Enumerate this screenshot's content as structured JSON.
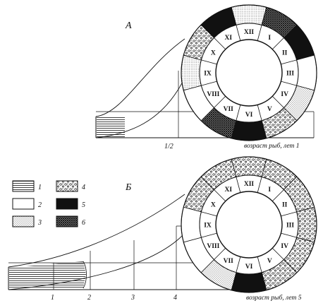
{
  "diagram_a": {
    "letter": "А",
    "axis_tick": "1/2",
    "axis_label": "возраст рыб, лет 1",
    "months": [
      "I",
      "II",
      "III",
      "IV",
      "V",
      "VI",
      "VII",
      "VIII",
      "IX",
      "X",
      "XI",
      "XII"
    ],
    "ring_fills": [
      {
        "month": "XII",
        "pattern": "dots-fine"
      },
      {
        "month": "I",
        "pattern": "hatch-dense"
      },
      {
        "month": "II",
        "pattern": "solid"
      },
      {
        "month": "III",
        "pattern": "white"
      },
      {
        "month": "IV",
        "pattern": "hatch-light"
      },
      {
        "month": "V",
        "pattern": "circles"
      },
      {
        "month": "VI",
        "pattern": "solid"
      },
      {
        "month": "VII",
        "pattern": "hatch-dense"
      },
      {
        "month": "VIII",
        "pattern": "white"
      },
      {
        "month": "IX",
        "pattern": "dots-fine"
      },
      {
        "month": "X",
        "pattern": "circles"
      },
      {
        "month": "XI",
        "pattern": "solid"
      }
    ]
  },
  "diagram_b": {
    "letter": "Б",
    "axis_ticks": [
      "1",
      "2",
      "3",
      "4"
    ],
    "axis_label": "возраст рыб, лет 5",
    "months": [
      "I",
      "II",
      "III",
      "IV",
      "V",
      "VI",
      "VII",
      "VIII",
      "IX",
      "X",
      "XI",
      "XII"
    ]
  },
  "legend": [
    {
      "num": "1",
      "pattern": "lines"
    },
    {
      "num": "2",
      "pattern": "white"
    },
    {
      "num": "3",
      "pattern": "hatch-light"
    },
    {
      "num": "4",
      "pattern": "circles"
    },
    {
      "num": "5",
      "pattern": "solid"
    },
    {
      "num": "6",
      "pattern": "hatch-dense"
    }
  ]
}
